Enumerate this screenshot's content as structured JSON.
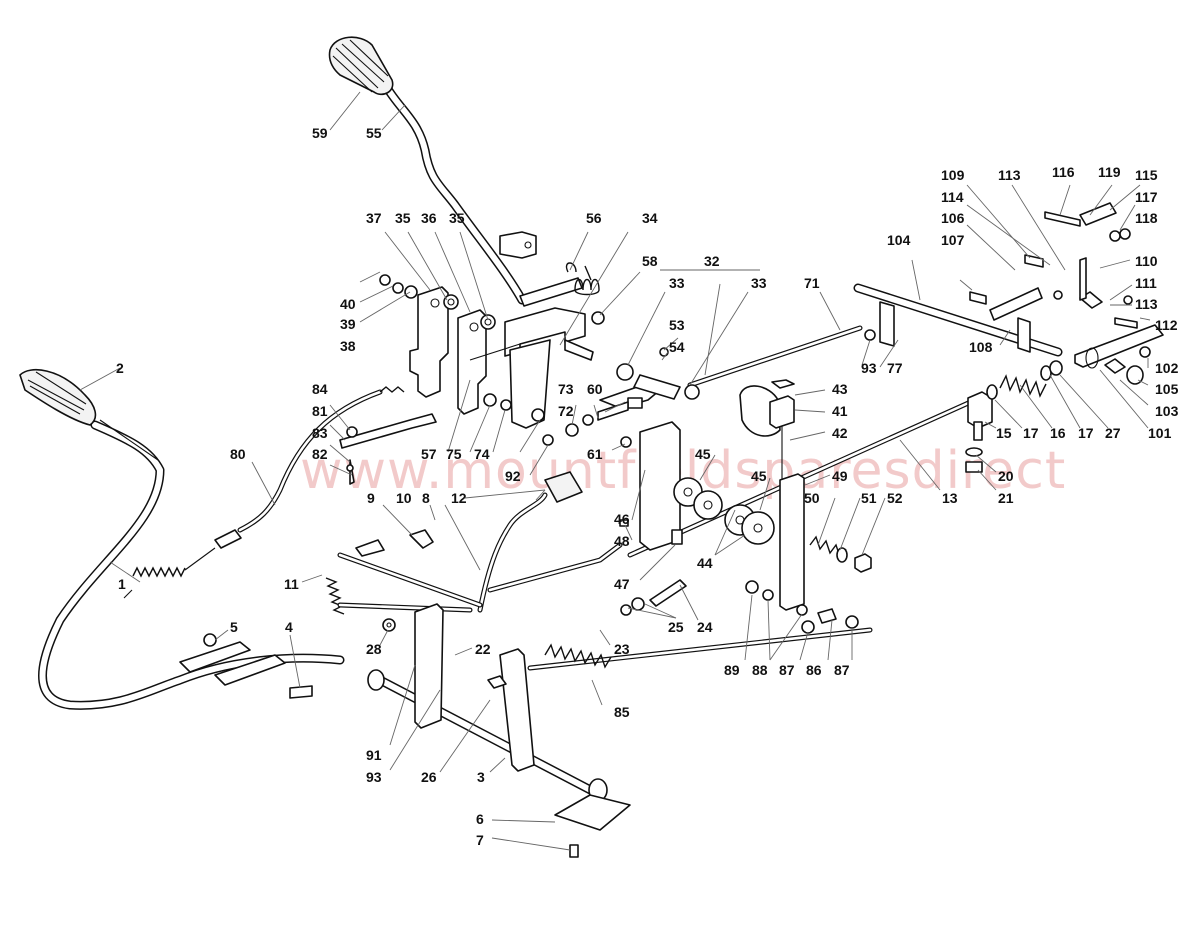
{
  "diagram": {
    "title": "Gear lever / pedal linkage exploded parts diagram",
    "watermark": "www.mountfieldsparesdirect",
    "colors": {
      "line": "#111111",
      "background": "#ffffff",
      "watermark": "#e8a0a0",
      "leader": "#666666"
    }
  },
  "labels": {
    "l1": "1",
    "l2": "2",
    "l3": "3",
    "l4": "4",
    "l5": "5",
    "l6": "6",
    "l7": "7",
    "l8": "8",
    "l9": "9",
    "l10": "10",
    "l11": "11",
    "l12": "12",
    "l13": "13",
    "l15": "15",
    "l16": "16",
    "l17a": "17",
    "l17b": "17",
    "l20": "20",
    "l21": "21",
    "l22": "22",
    "l23": "23",
    "l24": "24",
    "l25": "25",
    "l26": "26",
    "l27": "27",
    "l28": "28",
    "l32": "32",
    "l33a": "33",
    "l33b": "33",
    "l34": "34",
    "l35a": "35",
    "l35b": "35",
    "l36": "36",
    "l37": "37",
    "l38": "38",
    "l39": "39",
    "l40": "40",
    "l41": "41",
    "l42": "42",
    "l43": "43",
    "l44": "44",
    "l45a": "45",
    "l45b": "45",
    "l46": "46",
    "l47": "47",
    "l48": "48",
    "l49": "49",
    "l50": "50",
    "l51": "51",
    "l52": "52",
    "l53": "53",
    "l54": "54",
    "l55": "55",
    "l56": "56",
    "l57": "57",
    "l58": "58",
    "l59": "59",
    "l60": "60",
    "l61": "61",
    "l71": "71",
    "l72": "72",
    "l73": "73",
    "l74": "74",
    "l75": "75",
    "l77": "77",
    "l80": "80",
    "l81": "81",
    "l82": "82",
    "l83": "83",
    "l84": "84",
    "l85": "85",
    "l86": "86",
    "l87a": "87",
    "l87b": "87",
    "l88": "88",
    "l89": "89",
    "l91": "91",
    "l92": "92",
    "l93a": "93",
    "l93b": "93",
    "l101": "101",
    "l102": "102",
    "l103": "103",
    "l104": "104",
    "l105": "105",
    "l106": "106",
    "l107": "107",
    "l108": "108",
    "l109": "109",
    "l110": "110",
    "l111": "111",
    "l112": "112",
    "l113a": "113",
    "l113b": "113",
    "l114": "114",
    "l115": "115",
    "l116": "116",
    "l117": "117",
    "l118": "118",
    "l119": "119"
  }
}
